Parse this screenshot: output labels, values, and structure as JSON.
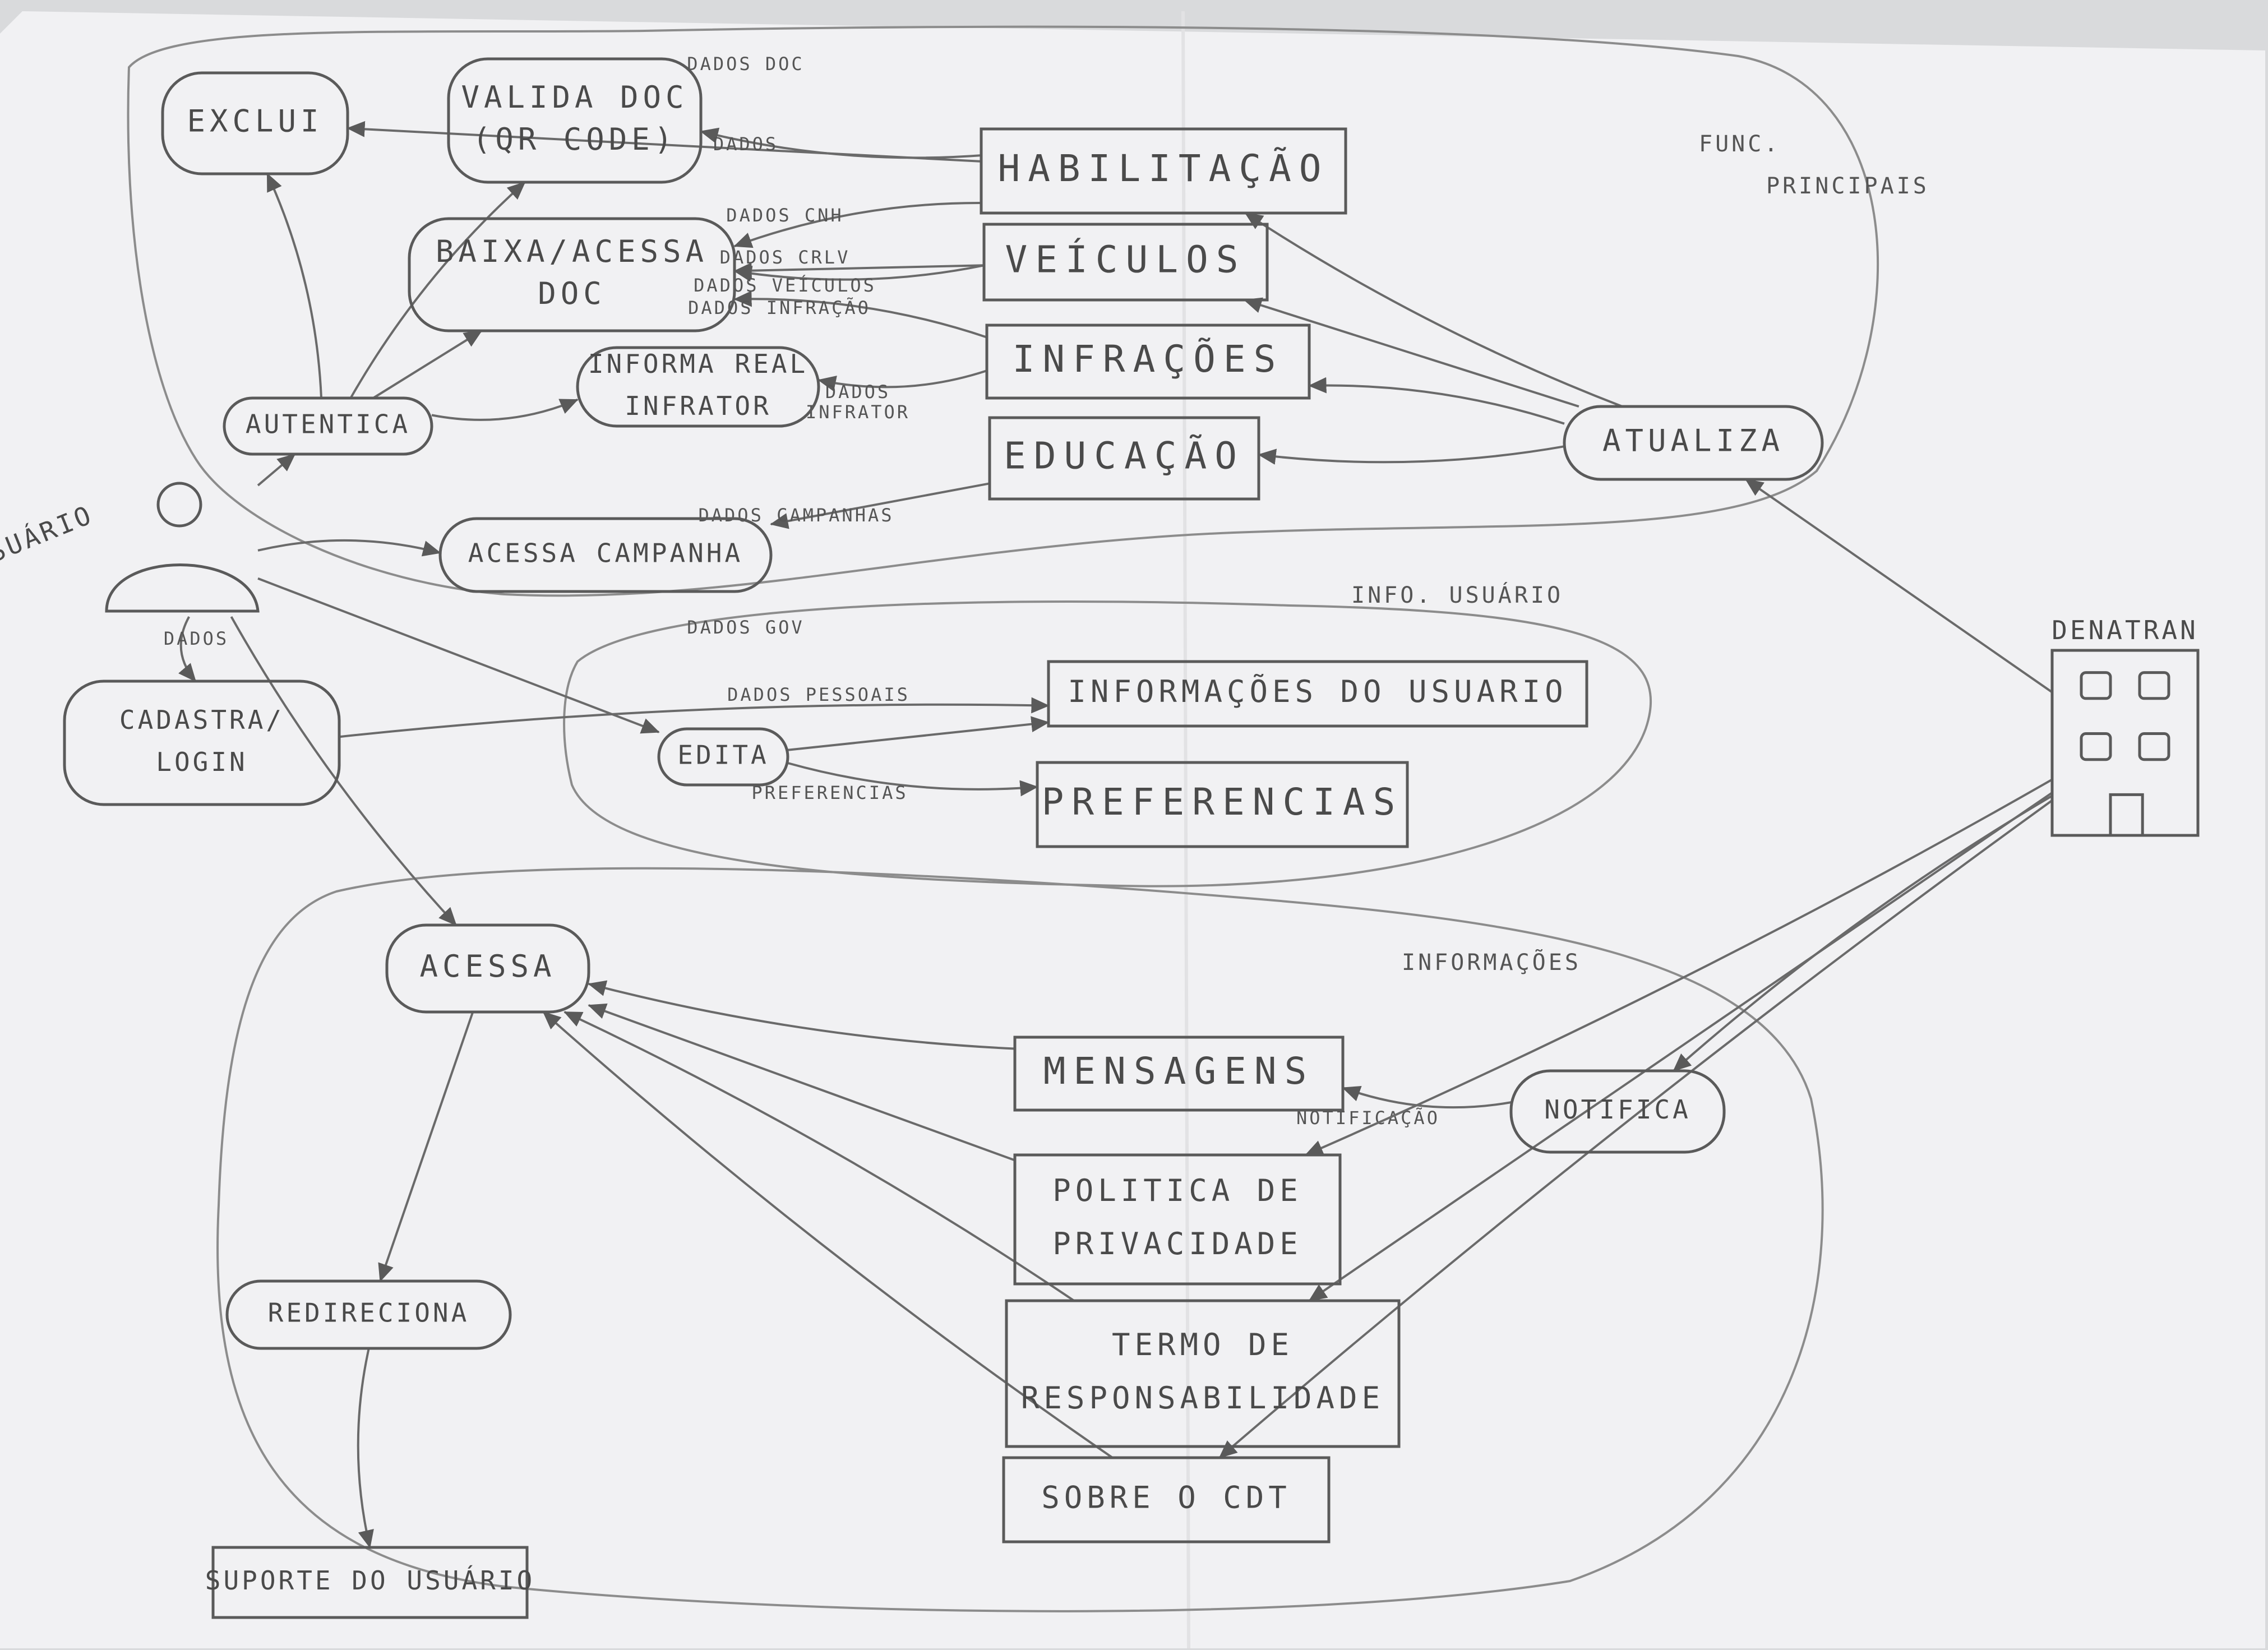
{
  "diagram": {
    "regions": [
      {
        "id": "func",
        "label": "FUNC.\nPRINCIPAIS"
      },
      {
        "id": "info",
        "label": "INFO. USUÁRIO"
      },
      {
        "id": "acesso",
        "label": "INFORMAÇÕES"
      }
    ],
    "nodes": [
      {
        "id": "exclui",
        "label": "EXCLUI",
        "shape": "rounded"
      },
      {
        "id": "valida",
        "label": "VALIDA DOC\n(QR CODE)",
        "shape": "rounded"
      },
      {
        "id": "baixa",
        "label": "BAIXA/ACESSA\nDOC",
        "shape": "rounded"
      },
      {
        "id": "informa",
        "label": "INFORMA REAL\nINFRATOR",
        "shape": "rounded"
      },
      {
        "id": "autentica",
        "label": "AUTENTICA",
        "shape": "rounded"
      },
      {
        "id": "acessa_campanha",
        "label": "ACESSA CAMPANHA",
        "shape": "rounded"
      },
      {
        "id": "habilitacao",
        "label": "HABILITAÇÃO",
        "shape": "box"
      },
      {
        "id": "veiculos",
        "label": "VEÍCULOS",
        "shape": "box"
      },
      {
        "id": "infracoes",
        "label": "INFRAÇÕES",
        "shape": "box"
      },
      {
        "id": "educacao",
        "label": "EDUCAÇÃO",
        "shape": "box"
      },
      {
        "id": "atualiza",
        "label": "ATUALIZA",
        "shape": "rounded"
      },
      {
        "id": "usuario",
        "label": "USUÁRIO",
        "shape": "actor"
      },
      {
        "id": "cadastra",
        "label": "CADASTRA/\nLOGIN",
        "shape": "rounded"
      },
      {
        "id": "edita",
        "label": "EDITA",
        "shape": "rounded"
      },
      {
        "id": "info_usuario",
        "label": "INFORMAÇÕES DO USUARIO",
        "shape": "box"
      },
      {
        "id": "preferencias",
        "label": "PREFERENCIAS",
        "shape": "box"
      },
      {
        "id": "denatran",
        "label": "DENATRAN",
        "shape": "building"
      },
      {
        "id": "acessa",
        "label": "ACESSA",
        "shape": "rounded"
      },
      {
        "id": "mensagens",
        "label": "MENSAGENS",
        "shape": "box"
      },
      {
        "id": "notifica",
        "label": "NOTIFICA",
        "shape": "rounded"
      },
      {
        "id": "politica",
        "label": "POLITICA DE\nPRIVACIDADE",
        "shape": "box"
      },
      {
        "id": "termo",
        "label": "TERMO DE\nRESPONSABILIDADE",
        "shape": "box"
      },
      {
        "id": "sobre",
        "label": "SOBRE O CDT",
        "shape": "box"
      },
      {
        "id": "redireciona",
        "label": "REDIRECIONA",
        "shape": "rounded"
      },
      {
        "id": "suporte",
        "label": "SUPORTE DO USUÁRIO",
        "shape": "box"
      }
    ],
    "edges": [
      {
        "id": "e1",
        "from": "habilitacao",
        "to": "valida",
        "label": "DADOS DOC"
      },
      {
        "id": "e2",
        "from": "habilitacao",
        "to": "exclui",
        "label": "DADOS"
      },
      {
        "id": "e3",
        "from": "habilitacao",
        "to": "baixa",
        "label": "DADOS CNH"
      },
      {
        "id": "e4",
        "from": "veiculos",
        "to": "baixa",
        "label": "DADOS CRLV"
      },
      {
        "id": "e5",
        "from": "veiculos",
        "to": "baixa",
        "label": "DADOS VEÍCULOS"
      },
      {
        "id": "e6",
        "from": "infracoes",
        "to": "baixa",
        "label": "DADOS INFRAÇÃO"
      },
      {
        "id": "e7",
        "from": "infracoes",
        "to": "informa",
        "label": "DADOS\nINFRATOR"
      },
      {
        "id": "e8",
        "from": "educacao",
        "to": "acessa_campanha",
        "label": "DADOS CAMPANHAS"
      },
      {
        "id": "e9",
        "from": "usuario",
        "to": "cadastra",
        "label": "DADOS"
      },
      {
        "id": "e10",
        "from": "cadastra",
        "to": "info_usuario",
        "label": "DADOS GOV"
      },
      {
        "id": "e11",
        "from": "edita",
        "to": "info_usuario",
        "label": "DADOS PESSOAIS"
      },
      {
        "id": "e12",
        "from": "edita",
        "to": "preferencias",
        "label": "PREFERENCIAS"
      },
      {
        "id": "e13",
        "from": "notifica",
        "to": "mensagens",
        "label": "NOTIFICAÇÃO"
      },
      {
        "id": "e14",
        "from": "usuario",
        "to": "autentica",
        "label": ""
      },
      {
        "id": "e15",
        "from": "autentica",
        "to": "exclui",
        "label": ""
      },
      {
        "id": "e16",
        "from": "autentica",
        "to": "valida",
        "label": ""
      },
      {
        "id": "e17",
        "from": "autentica",
        "to": "baixa",
        "label": ""
      },
      {
        "id": "e18",
        "from": "autentica",
        "to": "informa",
        "label": ""
      },
      {
        "id": "e19",
        "from": "usuario",
        "to": "acessa_campanha",
        "label": ""
      },
      {
        "id": "e20",
        "from": "usuario",
        "to": "edita",
        "label": ""
      },
      {
        "id": "e21",
        "from": "usuario",
        "to": "acessa",
        "label": ""
      },
      {
        "id": "e22",
        "from": "atualiza",
        "to": "habilitacao",
        "label": ""
      },
      {
        "id": "e23",
        "from": "atualiza",
        "to": "veiculos",
        "label": ""
      },
      {
        "id": "e24",
        "from": "atualiza",
        "to": "infracoes",
        "label": ""
      },
      {
        "id": "e25",
        "from": "atualiza",
        "to": "educacao",
        "label": ""
      },
      {
        "id": "e26",
        "from": "denatran",
        "to": "atualiza",
        "label": ""
      },
      {
        "id": "e27",
        "from": "denatran",
        "to": "notifica",
        "label": ""
      },
      {
        "id": "e28",
        "from": "denatran",
        "to": "politica",
        "label": ""
      },
      {
        "id": "e29",
        "from": "denatran",
        "to": "termo",
        "label": ""
      },
      {
        "id": "e30",
        "from": "denatran",
        "to": "sobre",
        "label": ""
      },
      {
        "id": "e31",
        "from": "mensagens",
        "to": "acessa",
        "label": ""
      },
      {
        "id": "e32",
        "from": "politica",
        "to": "acessa",
        "label": ""
      },
      {
        "id": "e33",
        "from": "termo",
        "to": "acessa",
        "label": ""
      },
      {
        "id": "e34",
        "from": "sobre",
        "to": "acessa",
        "label": ""
      },
      {
        "id": "e35",
        "from": "acessa",
        "to": "redireciona",
        "label": ""
      },
      {
        "id": "e36",
        "from": "redireciona",
        "to": "suporte",
        "label": ""
      }
    ]
  }
}
